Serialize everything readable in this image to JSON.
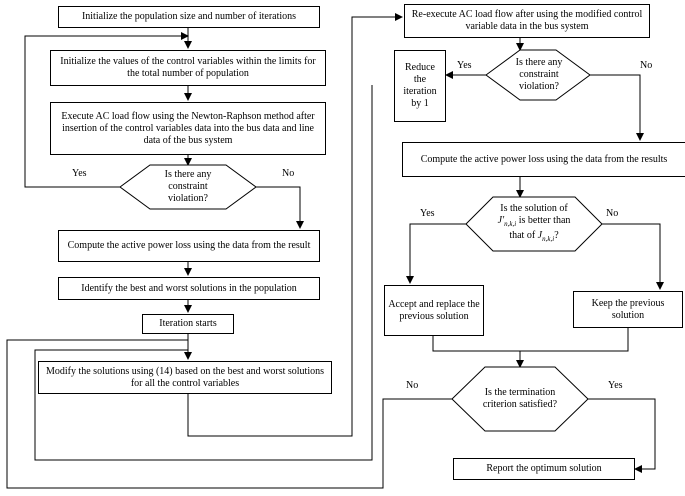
{
  "nodes": {
    "init_population": "Initialize the population size and number of iterations",
    "init_values": "Initialize the values of the control variables within the limits for the total number of population",
    "execute_ac": "Execute AC load flow using the Newton-Raphson method after insertion of the control variables data into the bus data and line data of the bus system",
    "constraint_left": "Is there any constraint violation?",
    "compute_loss_left": "Compute the active power loss using the data from the result",
    "identify_best_worst": "Identify the best and worst solutions in the population",
    "iteration_starts": "Iteration starts",
    "modify_solutions": "Modify the solutions using (14) based on the best and worst solutions for all the control variables",
    "reexecute_ac": "Re-execute AC load flow after using the modified control variable data in the bus system",
    "reduce_iteration": "Reduce the iteration by 1",
    "constraint_right": "Is there any constraint violation?",
    "compute_loss_right": "Compute the active power loss using the data from the results",
    "solution_better_prefix": "Is the solution of",
    "solution_better_j1": "J'",
    "solution_better_sub1": "n,k,i",
    "solution_better_mid": "is better than that of",
    "solution_better_j2": "J",
    "solution_better_sub2": "n,k,i",
    "solution_better_suffix": "?",
    "accept_replace": "Accept and replace the previous solution",
    "keep_previous": "Keep the previous solution",
    "termination": "Is the termination criterion satisfied?",
    "report_optimum": "Report the optimum solution"
  },
  "labels": {
    "yes_left": "Yes",
    "no_left": "No",
    "yes_right_constraint": "Yes",
    "no_right_constraint": "No",
    "yes_solution": "Yes",
    "no_solution": "No",
    "no_termination": "No",
    "yes_termination": "Yes"
  }
}
